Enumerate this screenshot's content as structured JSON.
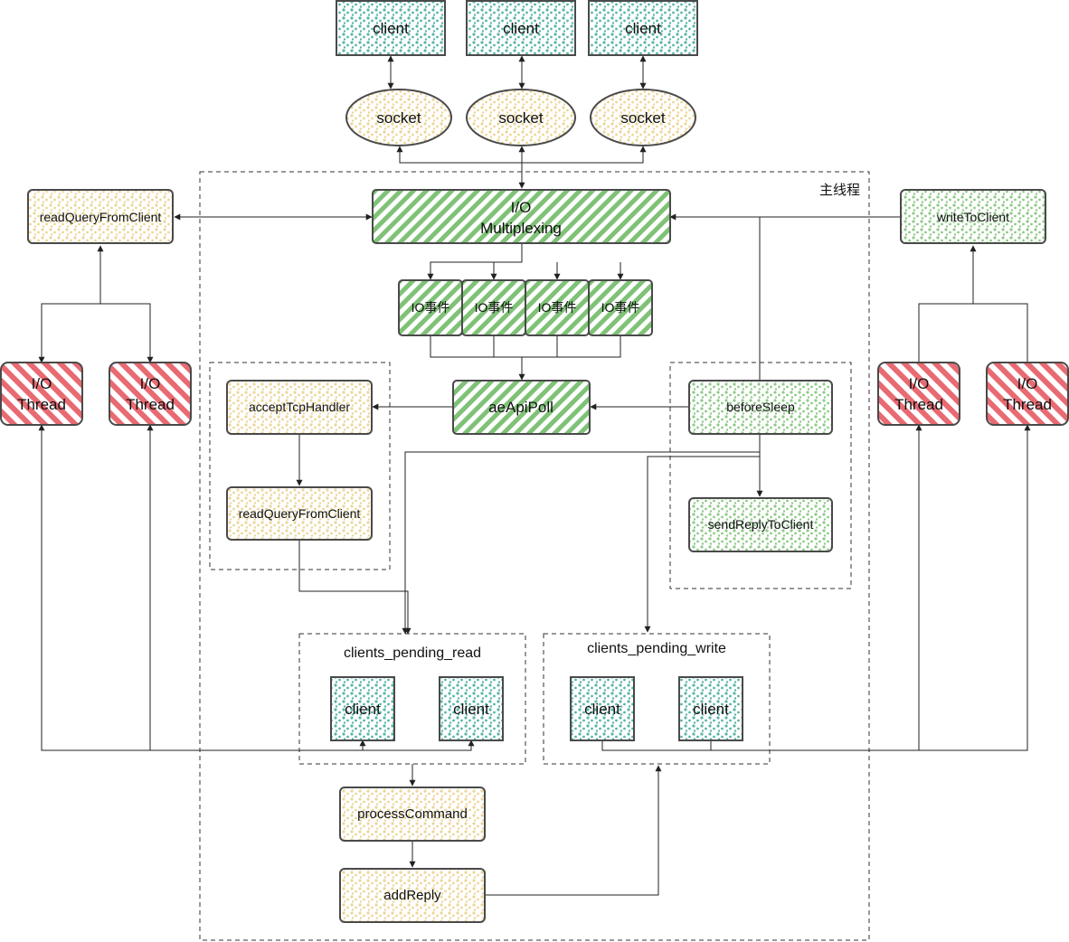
{
  "colors": {
    "teal": "#5ab5a8",
    "yellow": "#ecd598",
    "green": "#7fc277",
    "red": "#e86a72",
    "stroke": "#4a4a4a",
    "arrow": "#222222"
  },
  "main_thread_label": "主线程",
  "clients": [
    {
      "label": "client"
    },
    {
      "label": "client"
    },
    {
      "label": "client"
    }
  ],
  "sockets": [
    {
      "label": "socket"
    },
    {
      "label": "socket"
    },
    {
      "label": "socket"
    }
  ],
  "io_multiplexing": {
    "line1": "I/O",
    "line2": "Multiplexing"
  },
  "io_events": [
    {
      "label": "IO事件"
    },
    {
      "label": "IO事件"
    },
    {
      "label": "IO事件"
    },
    {
      "label": "IO事件"
    }
  ],
  "ae_api_poll": "aeApiPoll",
  "read_query_left": "readQueryFromClient",
  "write_to_client": "writeToClient",
  "io_threads": [
    {
      "line1": "I/O",
      "line2": "Thread"
    },
    {
      "line1": "I/O",
      "line2": "Thread"
    },
    {
      "line1": "I/O",
      "line2": "Thread"
    },
    {
      "line1": "I/O",
      "line2": "Thread"
    }
  ],
  "accept_tcp_handler": "acceptTcpHandler",
  "read_query_inner": "readQueryFromClient",
  "before_sleep": "beforeSleep",
  "send_reply_to_client": "sendReplyToClient",
  "clients_pending_read": {
    "title": "clients_pending_read",
    "clients": [
      "client",
      "client"
    ]
  },
  "clients_pending_write": {
    "title": "clients_pending_write",
    "clients": [
      "client",
      "client"
    ]
  },
  "process_command": "processCommand",
  "add_reply": "addReply"
}
